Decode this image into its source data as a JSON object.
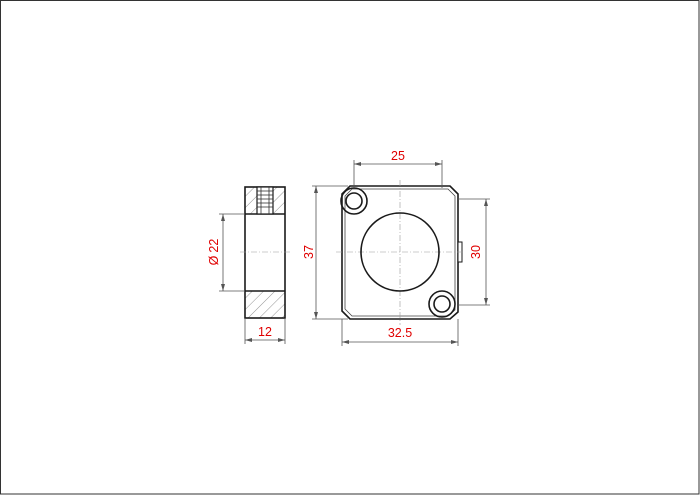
{
  "drawing": {
    "side_view": {
      "diameter_symbol": "Ø",
      "diameter_value": "22",
      "width_value": "12"
    },
    "front_view": {
      "hole_spacing": "25",
      "height_value": "37",
      "inner_height_value": "30",
      "width_value": "32.5"
    },
    "colors": {
      "dimension_text": "#e00000",
      "outline": "#1a1a1a",
      "border": "#333333"
    }
  }
}
